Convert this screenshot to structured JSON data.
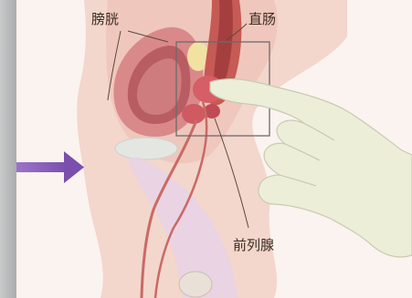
{
  "labels": {
    "bladder": "膀胱",
    "rectum": "直肠",
    "prostate": "前列腺"
  },
  "colors": {
    "background_left": "#bfc0c2",
    "skin": "#f6ddd4",
    "tissue": "#d98f8a",
    "bladder_wall": "#c96f6e",
    "glove": "#e9ecd4",
    "arrow": "#8a5fb8",
    "highlight_box": "#6b6b6b",
    "label_text": "#3a2a20"
  },
  "icons": {
    "pointer": "right-arrow-icon"
  }
}
